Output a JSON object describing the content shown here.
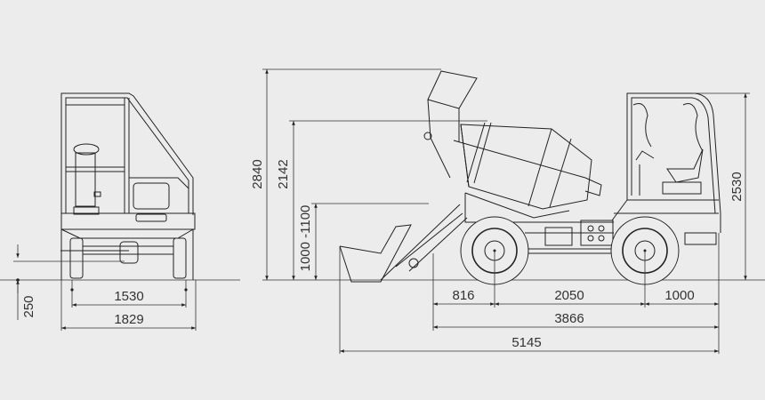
{
  "drawing": {
    "front_view": {
      "dims": {
        "ground_clearance": "250",
        "track": "1530",
        "overall_width": "1829"
      }
    },
    "side_view": {
      "dims": {
        "max_height_discharge": "2840",
        "drum_height": "2142",
        "loading_height": "1000 -1100",
        "cab_height": "2530",
        "front_overhang": "816",
        "wheelbase": "2050",
        "rear_overhang": "1000",
        "length_without_bucket": "3866",
        "overall_length": "5145"
      }
    },
    "colors": {
      "background": "#ececec",
      "line": "#222222"
    }
  }
}
